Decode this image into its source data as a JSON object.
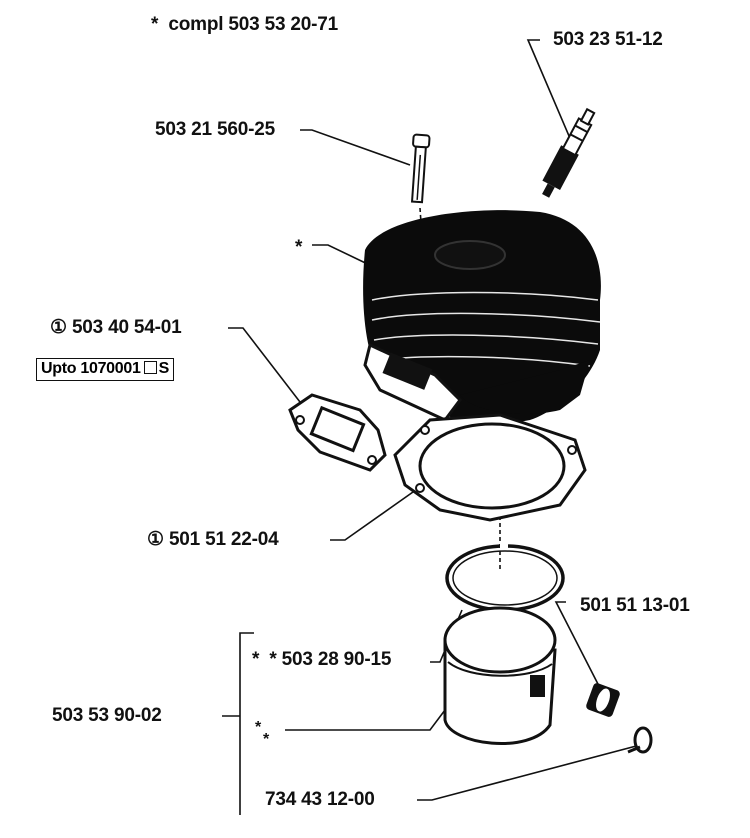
{
  "header": {
    "asterisk": "*",
    "compl_label": "compl 503 53 20-71"
  },
  "labels": {
    "spark_plug": "503 23 51-12",
    "bolt": "503 21 560-25",
    "cylinder_star": "*",
    "gasket_top": "503 40 54-01",
    "gasket_top_symbol": "①",
    "note_box_text": "Upto 1070001",
    "note_box_suffix": "S",
    "base_gasket": "501 51 22-04",
    "base_gasket_symbol": "①",
    "piston_pin_bearing": "501 51 13-01",
    "piston_ring_star_1": "*",
    "piston_ring_star_2": "*",
    "piston_ring": "503 28 90-15",
    "piston_kit": "503 53 90-02",
    "piston_star_1": "*",
    "piston_star_2": "*",
    "circlip": "734 43 12-00"
  },
  "colors": {
    "ink": "#111111",
    "paper": "#ffffff",
    "shadow": "#0b0b0b"
  }
}
